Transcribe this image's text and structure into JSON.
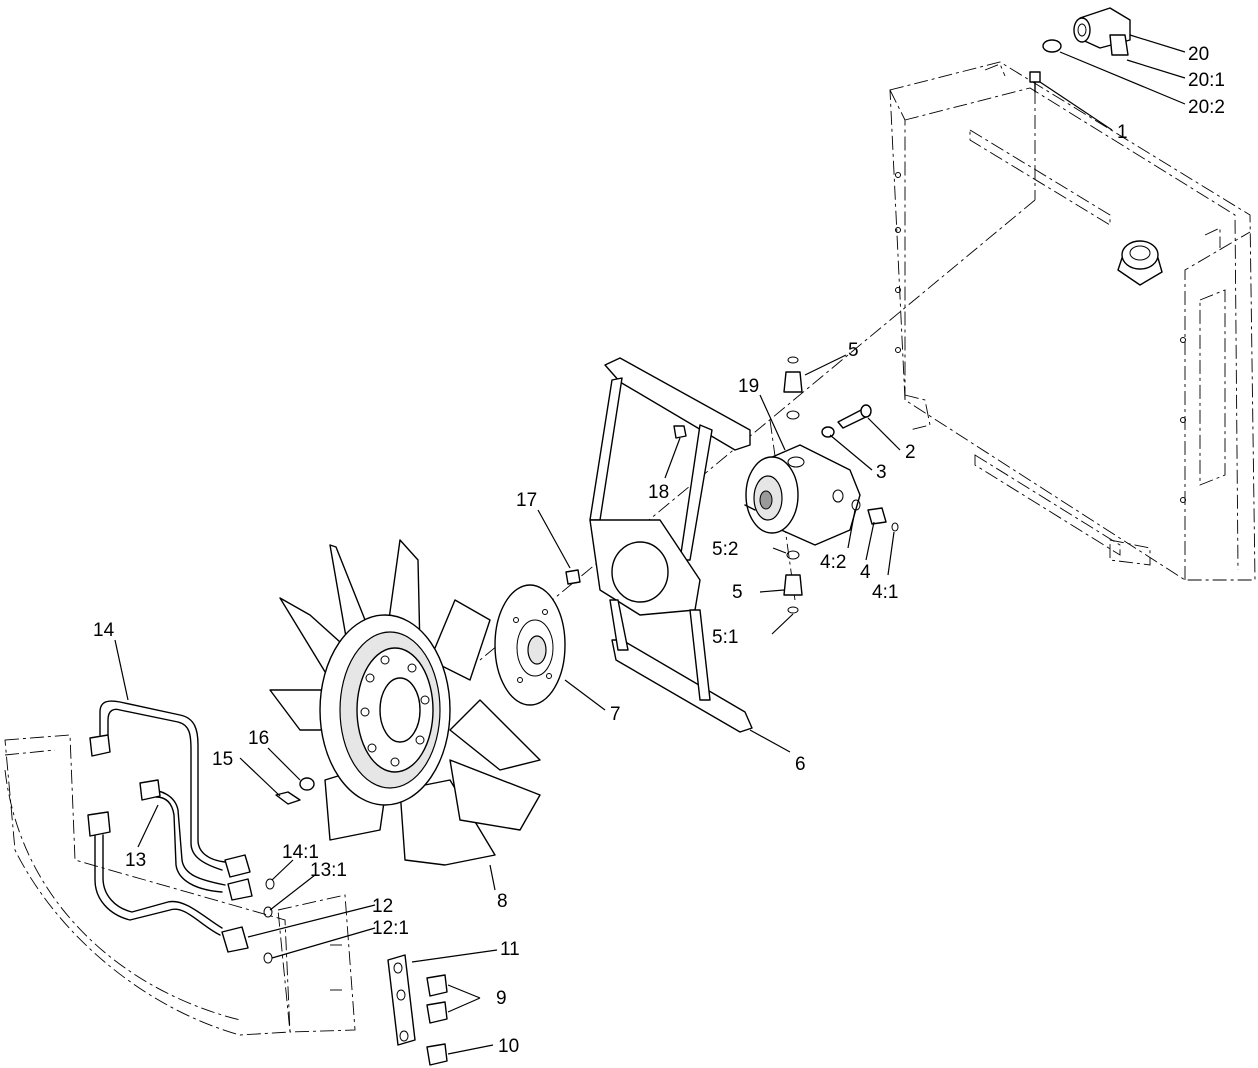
{
  "callouts": [
    {
      "id": "c20",
      "text": "20"
    },
    {
      "id": "c20_1",
      "text": "20:1"
    },
    {
      "id": "c20_2",
      "text": "20:2"
    },
    {
      "id": "c1",
      "text": "1"
    },
    {
      "id": "c5a",
      "text": "5"
    },
    {
      "id": "c19",
      "text": "19"
    },
    {
      "id": "c2",
      "text": "2"
    },
    {
      "id": "c3",
      "text": "3"
    },
    {
      "id": "c18",
      "text": "18"
    },
    {
      "id": "c17",
      "text": "17"
    },
    {
      "id": "c5_2",
      "text": "5:2"
    },
    {
      "id": "c4_2",
      "text": "4:2"
    },
    {
      "id": "c4",
      "text": "4"
    },
    {
      "id": "c4_1",
      "text": "4:1"
    },
    {
      "id": "c5b",
      "text": "5"
    },
    {
      "id": "c5_1",
      "text": "5:1"
    },
    {
      "id": "c14",
      "text": "14"
    },
    {
      "id": "c7",
      "text": "7"
    },
    {
      "id": "c6",
      "text": "6"
    },
    {
      "id": "c16",
      "text": "16"
    },
    {
      "id": "c15",
      "text": "15"
    },
    {
      "id": "c13",
      "text": "13"
    },
    {
      "id": "c14_1",
      "text": "14:1"
    },
    {
      "id": "c13_1",
      "text": "13:1"
    },
    {
      "id": "c8",
      "text": "8"
    },
    {
      "id": "c12",
      "text": "12"
    },
    {
      "id": "c12_1",
      "text": "12:1"
    },
    {
      "id": "c11",
      "text": "11"
    },
    {
      "id": "c9",
      "text": "9"
    },
    {
      "id": "c10",
      "text": "10"
    }
  ]
}
